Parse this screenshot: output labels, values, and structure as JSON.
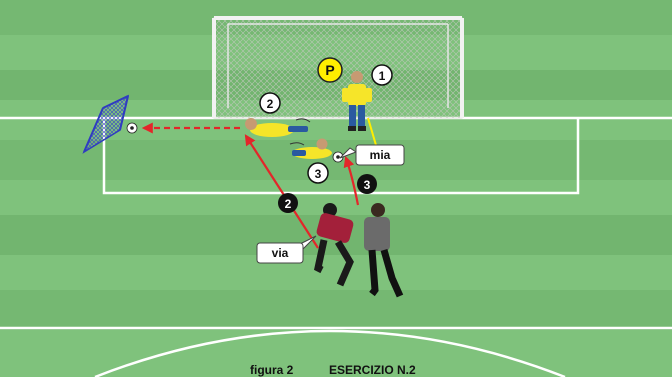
{
  "caption": {
    "figure": "figura 2",
    "exercise": "ESERCIZIO N.2"
  },
  "labels": {
    "goalkeeper_marker": "P",
    "call_keeper": "mia",
    "call_defender": "via"
  },
  "step_markers": {
    "keeper_start": "1",
    "keeper_dive": "2",
    "keeper_save": "3",
    "defender_header": "2",
    "attacker_shot": "3"
  },
  "colors": {
    "pitch_light": "#7fc27c",
    "pitch_dark": "#6fb36c",
    "line": "#ffffff",
    "pass_arrow": "#e3262a",
    "marker_yellow": "#ffee00",
    "keeper_kit": "#f6e529",
    "defender_kit": "#a3203a",
    "attacker_kit": "#6b6b6b"
  }
}
